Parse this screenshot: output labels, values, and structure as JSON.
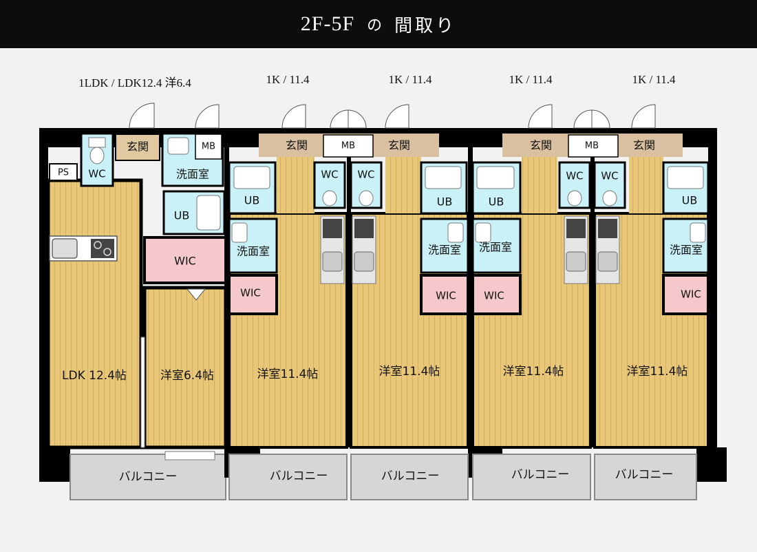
{
  "header": {
    "floor": "2F-5F",
    "particle": "の",
    "title": "間取り"
  },
  "units": [
    {
      "type_label": "1LDK / LDK12.4 洋6.4",
      "living": "LDK 12.4帖",
      "western": "洋室6.4帖",
      "balcony": "バルコニー"
    },
    {
      "type_label": "1K / 11.4",
      "western": "洋室11.4帖",
      "balcony": "バルコニー"
    },
    {
      "type_label": "1K / 11.4",
      "western": "洋室11.4帖",
      "balcony": "バルコニー"
    },
    {
      "type_label": "1K / 11.4",
      "western": "洋室11.4帖",
      "balcony": "バルコニー"
    },
    {
      "type_label": "1K / 11.4",
      "western": "洋室11.4帖",
      "balcony": "バルコニー"
    }
  ],
  "rooms": {
    "entrance": "玄関",
    "meter_box": "MB",
    "toilet": "WC",
    "unit_bath": "UB",
    "washroom": "洗面室",
    "closet": "WIC",
    "pipe_space": "PS"
  },
  "colors": {
    "floor": "#e8c878",
    "wet_area": "#c9f1f7",
    "closet": "#f5c9cc",
    "balcony": "#d6d6d6",
    "wall": "#000000",
    "header_bg": "#0d0d0d"
  }
}
